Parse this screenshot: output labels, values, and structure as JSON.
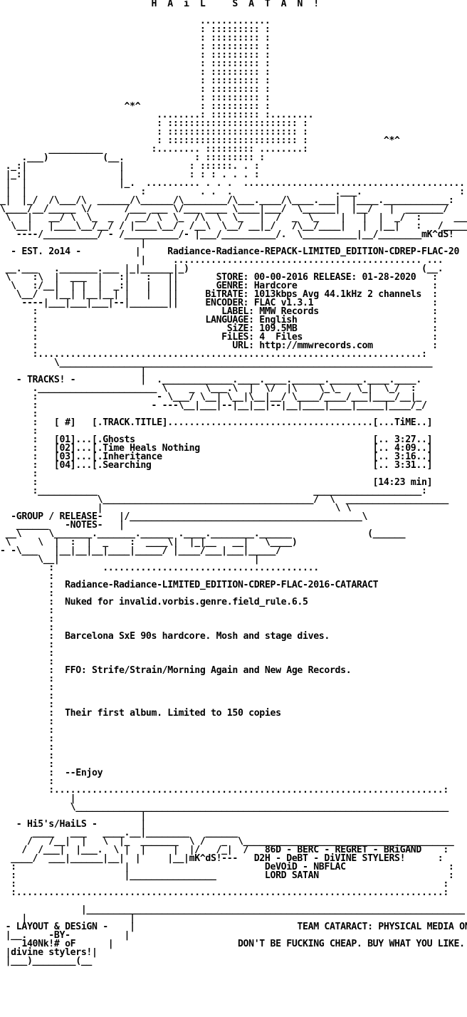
{
  "nfo": {
    "lines": [
      "                            H  A  i  L     S  A  T  A  N  !",
      "",
      "                                     .............",
      "                                     : ::::::::: :",
      "                                     : ::::::::: :",
      "                                     : ::::::::: :",
      "                                     : ::::::::: :",
      "                                     : ::::::::: :",
      "                                     : ::::::::: :",
      "                                     : ::::::::: :",
      "                                     : ::::::::: :",
      "                                     : ::::::::: :",
      "                       ^*^           : ::::::::: :",
      "                             ........: ::::::::: :........",
      "                             : :::::::::::::::::::::::: :",
      "                             : :::::::::::::::::::::::: :",
      "                             : :::::::::::::::::::::::: :              ^*^",
      "         __________         :........ ::::::::: ........:",
      "    .___)          (__.             : ::::::::: :",
      " ._:|                 |            : ::::::. . :",
      " |_:|                 |            : : : . . . :",
      " |  |                 |_.  .......... . . .  .........................................",
      " |  |                     :          . .  .                   .___.                  :",
      "_|  |_/  /\\___/\\  ______/\\______/\\________/\\___.____/\\____.___|  |____.____________:",
      "\\____/__/_____ \\/      /___ ___ \\/___ ____ \\____|___/  \\______|  |__/   |  _______/",
      " \\   |   __/ \\  \\_  _  / __/ \\  \\_  /\\  \\  \\_   |  /  _  \\_    |   |  |  _/  :      ___",
      "  \\__|   |____\\__/__/ / |____\\__/  /__\\  \\__/ __|_/   /\\__/____|   |  |__|   :   /_____)",
      "   ----/__________/ - /__________/- |___/__________/.  \\__________|__/________mK^dS!",
      "                          |                                                        ",
      "  - EST. 2o14 -          |     Radiance-Radiance-REPACK-LIMITED_EDITION-CDREP-FLAC-20",
      "                          |     .............................................. ...",
      " __.___   ._______.___ |_|______|_)                                           (__.",
      " \\    :\\  |  ___  |   :|   :   ||       STORE: 00-00-2016 RELEASE: 01-28-2020   :",
      "  \\   :/__|  | |  |  _:|   |   ||       GENRE: Hardcore                         :",
      "   \\__/   |__| |__|__| |   |   ||     BiTRATE: 1013kbps Avg 44.1kHz 2 channels  :",
      "    ----|___|___|___|--|_______||     ENCODER: FLAC v1.3.1                      :",
      "      :                                  LABEL: MMW Records                     :",
      "      :                               LANGUAGE: English                         :",
      "      :                                   SiZE: 109.5MB                         :",
      "      :                                  FiLES: 4  Files                        :",
      "      :                                    URL: http://mmwrecords.com           :",
      "      :.......................................................................:",
      "          \\_____________________________________________________________________",
      "                          |",
      "   - TRACKS! -            |  ._____________.____.____.______.______.____.____.",
      "      .______________________ \\    _  \\___.\\  |  \\/  |\\    \\_\\_   \\_|  \\_/  :",
      "      :                      - \\___/ \\__| \\__|\\__|__/ \\____/____/___|____/__|_",
      "      :                     - ---\\__|___|--|__|__|--|__|____|____|_____|____/_/",
      "      :",
      "      :   [ #]   [.TRACK.TITLE]......................................[...TiME..]",
      "      :",
      "      :   [01]...[.Ghosts                                            [.. 3:27..]",
      "      :   [02]...[.Time Heals Nothing                                [.. 4:09..]",
      "      :   [03]...[.Inheritance                                       [.. 3:16..]",
      "      :   [04]...[.Searching                                         [.. 3:31..]",
      "      :",
      "      :                                                              [14:23 min]",
      "      :___________                                        ____________________:",
      "                  \\_______________________________________/  \\  ___________________",
      "                  |                                           \\ \\",
      "  -GROUP / RELEASE-   |/___________________________________________\\",
      "   ______   -NOTES-   |",
      " __\\     \\_______._______.______ .____.________.______              (______",
      " \\     \\  |  :  |  _    :  ____\\|  |_|__   __|   \\____)",
      "- -\\___   |__|__|__|____|_____/ |____/___|___|_____/",
      "       \\__|                                    |",
      "         :         ........................................",
      "         :",
      "         :  Radiance-Radiance-LIMITED_EDITION-CDREP-FLAC-2016-CATARACT",
      "         :",
      "         :  Nuked for invalid.vorbis.genre.field_rule.6.5",
      "         :",
      "         :",
      "         :",
      "         :  Barcelona SxE 90s hardcore. Mosh and stage dives.",
      "         :",
      "         :",
      "         :",
      "         :  FFO: Strife/Strain/Morning Again and New Age Records.",
      "         :",
      "         :",
      "         :",
      "         :",
      "         :  Their first album. Limited to 150 copies",
      "         :",
      "         :",
      "         :",
      "         :",
      "         :",
      "         :",
      "         :  --Enjoy",
      "         :",
      "         :........................................................................:",
      "             |",
      "             \\_____________________________________________________________________",
      "                          |",
      "   - Hi5's/HaiLS -        |",
      "      ____   ___   ____.__|________   ______",
      "     /   /__|  |   \\  |_  _______  \\ /   _  \\_______________________________________",
      "    /  /___|  |___.  \\ |  |     |  |/   /_|  /   86D - BERC - REGRET - BRiGAND    :",
      "  ____/  ___|______|__|  |     |__|mK^dS!---   D2H - DeBT - DiVINE STYLERS!      :",
      "  :                    |                         DeVOiD - NBFLAC                   :",
      "  :                    |________________         LORD SATAN                        :",
      "  :                                                                               :",
      "  :...............................................................................:",
      "",
      "               |______________________________________________________________________",
      "    |                   |",
      " - LAYOUT & DESiGN -    |                              TEAM CATARACT: PHYSICAL MEDIA ONLY.",
      " |__.    -BY-          |",
      "    140Nk!# oF      |                       DON'T BE FUCKING CHEAP. BUY WHAT YOU LIKE.",
      " |divine stylers!|",
      " |___)________(__"
    ]
  }
}
